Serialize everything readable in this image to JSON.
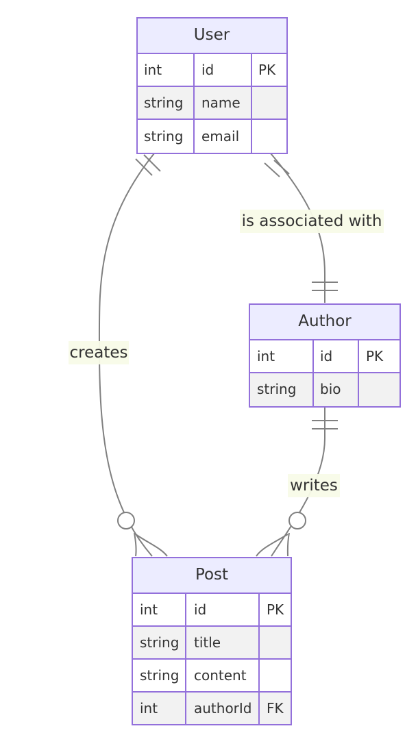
{
  "entities": {
    "user": {
      "name": "User",
      "attributes": [
        {
          "type": "int",
          "name": "id",
          "key": "PK"
        },
        {
          "type": "string",
          "name": "name",
          "key": ""
        },
        {
          "type": "string",
          "name": "email",
          "key": ""
        }
      ]
    },
    "author": {
      "name": "Author",
      "attributes": [
        {
          "type": "int",
          "name": "id",
          "key": "PK"
        },
        {
          "type": "string",
          "name": "bio",
          "key": ""
        }
      ]
    },
    "post": {
      "name": "Post",
      "attributes": [
        {
          "type": "int",
          "name": "id",
          "key": "PK"
        },
        {
          "type": "string",
          "name": "title",
          "key": ""
        },
        {
          "type": "string",
          "name": "content",
          "key": ""
        },
        {
          "type": "int",
          "name": "authorId",
          "key": "FK"
        }
      ]
    }
  },
  "relationships": {
    "user_author": {
      "label": "is associated with",
      "from": "User",
      "to": "Author",
      "from_card": "exactly-one",
      "to_card": "exactly-one"
    },
    "user_post": {
      "label": "creates",
      "from": "User",
      "to": "Post",
      "from_card": "exactly-one",
      "to_card": "zero-or-many"
    },
    "author_post": {
      "label": "writes",
      "from": "Author",
      "to": "Post",
      "from_card": "exactly-one",
      "to_card": "zero-or-many"
    }
  },
  "colors": {
    "entity_border": "#9370db",
    "entity_header": "#ececff",
    "row_alt": "#f2f2f2",
    "line": "#808080",
    "label_bg": "#f8fbe8"
  }
}
